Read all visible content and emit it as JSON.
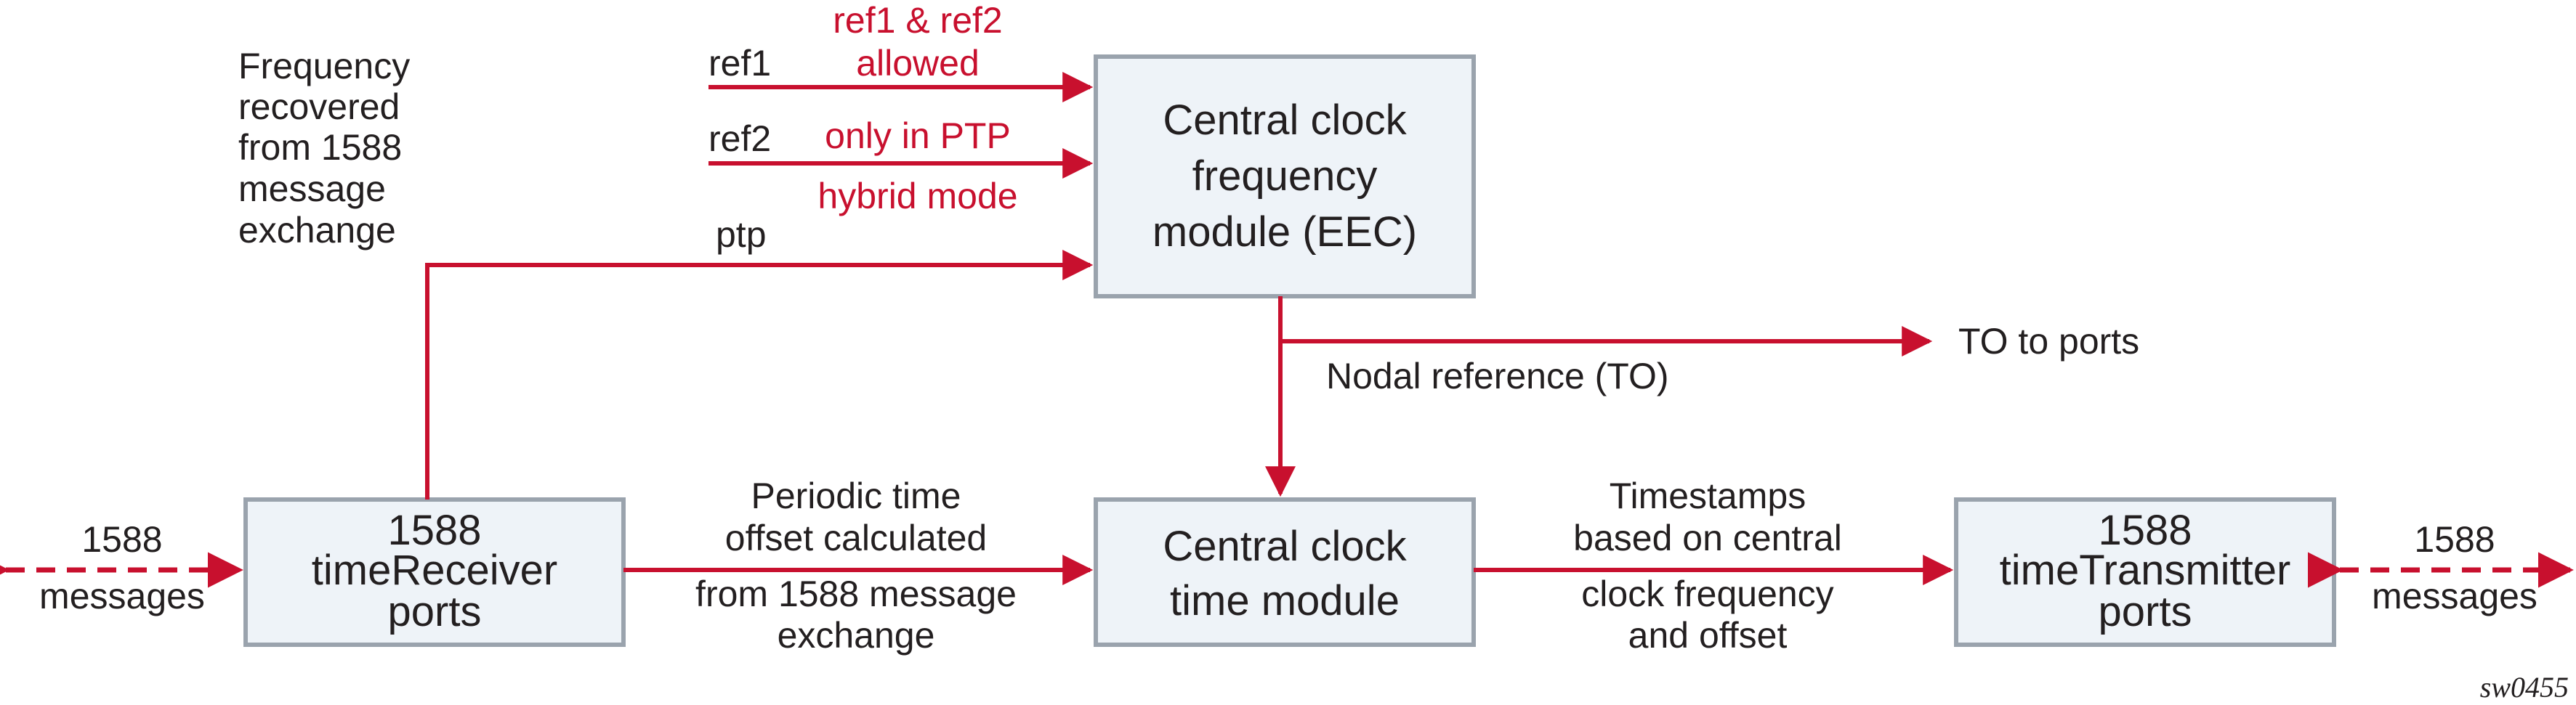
{
  "colors": {
    "arrow": "#c8102e",
    "box_fill": "#eef3f8",
    "box_stroke": "#9aa3ad",
    "text": "#231f20"
  },
  "boxes": {
    "eec": [
      "Central clock",
      "frequency",
      "module (EEC)"
    ],
    "time_module": [
      "Central clock",
      "time module"
    ],
    "receiver": [
      "1588",
      "timeReceiver",
      "ports"
    ],
    "transmitter": [
      "1588",
      "timeTransmitter",
      "ports"
    ]
  },
  "labels": {
    "freq_recovered": [
      "Frequency",
      "recovered",
      "from 1588",
      "message",
      "exchange"
    ],
    "ref1": "ref1",
    "ref2": "ref2",
    "ptp": "ptp",
    "note": [
      "ref1 & ref2",
      "allowed",
      "only in PTP",
      "hybrid mode"
    ],
    "to_ports": "TO to ports",
    "nodal_ref": "Nodal reference (TO)",
    "periodic": [
      "Periodic time",
      "offset calculated",
      "from 1588 message",
      "exchange"
    ],
    "timestamps": [
      "Timestamps",
      "based on central",
      "clock frequency",
      "and offset"
    ],
    "messages_left": [
      "1588",
      "messages"
    ],
    "messages_right": [
      "1588",
      "messages"
    ],
    "figure_id": "sw0455"
  }
}
